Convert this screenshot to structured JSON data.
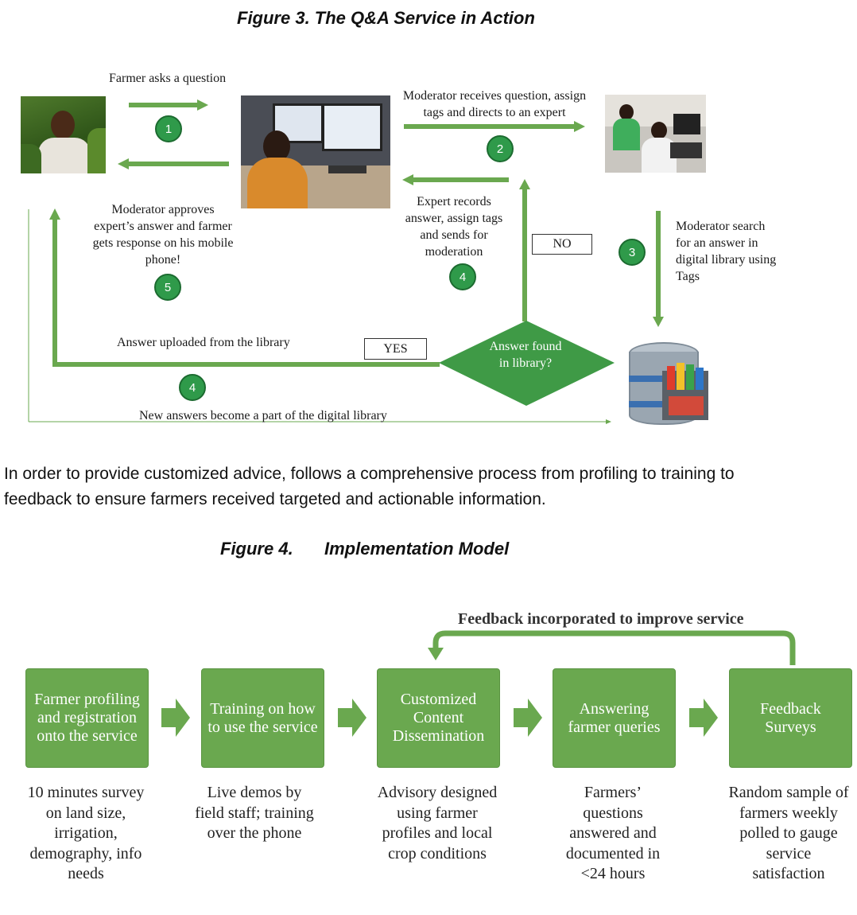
{
  "figure3": {
    "title": "Figure 3. The Q&A Service in Action",
    "labels": {
      "farmer_asks": "Farmer asks a question",
      "moderator_receives": "Moderator receives question, assign tags and directs to an expert",
      "moderator_approves": "Moderator approves expert’s answer and farmer gets response on his mobile phone!",
      "expert_records": "Expert records answer, assign tags and sends for moderation",
      "moderator_search": "Moderator search for an answer in digital library using Tags",
      "answer_uploaded": "Answer uploaded from the library",
      "new_answers": "New answers become a part of the digital library",
      "decision": "Answer found in library?",
      "no": "NO",
      "yes": "YES"
    },
    "badges": {
      "b1": "1",
      "b2": "2",
      "b3": "3",
      "b4a": "4",
      "b4b": "4",
      "b5": "5"
    },
    "colors": {
      "arrow": "#6aa84f",
      "badge": "#2f9a4a",
      "diamond": "#3f9a46"
    }
  },
  "paragraph": "In order to provide customized advice,  follows a comprehensive process from profiling to training to feedback to ensure farmers received targeted and actionable information.",
  "figure4": {
    "title_prefix": "Figure 4.",
    "title_text": "Implementation Model",
    "feedback_label": "Feedback incorporated to improve service",
    "steps": [
      {
        "label": "Farmer profiling and registration onto the service",
        "desc": "10 minutes survey on land size, irrigation, demography, info needs"
      },
      {
        "label": "Training on how to use the service",
        "desc": "Live demos by field staff; training over the phone"
      },
      {
        "label": "Customized Content Dissemination",
        "desc": "Advisory designed using farmer profiles and local crop conditions"
      },
      {
        "label": "Answering farmer queries",
        "desc": "Farmers’ questions answered and documented in <24 hours"
      },
      {
        "label": "Feedback Surveys",
        "desc": "Random sample of farmers weekly polled to gauge service satisfaction"
      }
    ],
    "colors": {
      "box": "#6aa84f",
      "arrow": "#6aa84f"
    }
  }
}
